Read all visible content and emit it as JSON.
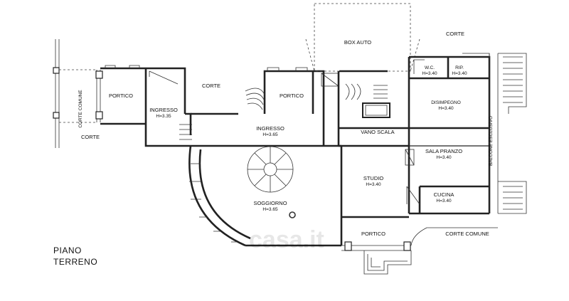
{
  "title": {
    "line1": "PIANO",
    "line2": "TERRENO"
  },
  "watermark": "casa.it",
  "rooms": {
    "corte_top_right": "CORTE",
    "box_auto": "BOX AUTO",
    "wc": "W.C.",
    "wc_height": "H=3.40",
    "rip": "RIP.",
    "rip_height": "H=3.40",
    "corte_comune_vertical": "CORTE COMUNE",
    "portico_left": "PORTICO",
    "corte_left": "CORTE",
    "ingresso_left": "INGRESSO",
    "ingresso_left_height": "H=3.35",
    "corte_mid": "CORTE",
    "portico_mid": "PORTICO",
    "disimpegno": "DISIMPEGNO",
    "disimpegno_height": "H=3.40",
    "ingresso_center": "INGRESSO",
    "ingresso_center_height": "H=3.65",
    "vano_scala": "VANO SCALA",
    "sala_pranzo": "SALA PRANZO",
    "sala_pranzo_height": "H=3.40",
    "balcone": "BALCONE ESCLUSIVO",
    "studio": "STUDIO",
    "studio_height": "H=3.40",
    "cucina": "CUCINA",
    "cucina_height": "H=3.40",
    "soggiorno": "SOGGIORNO",
    "soggiorno_height": "H=3.65",
    "portico_bottom": "PORTICO",
    "corte_comune_bottom": "CORTE COMUNE"
  }
}
